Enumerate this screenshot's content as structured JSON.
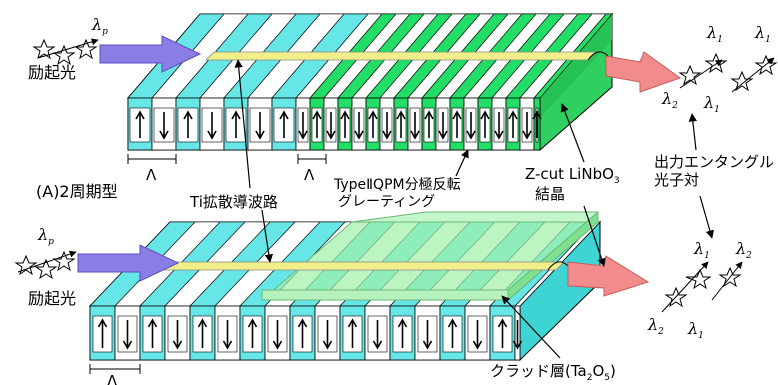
{
  "labels": {
    "pump_light_top": "励起光",
    "pump_light_bottom": "励起光",
    "type_a": "(A)2周期型",
    "ti_waveguide": "Ti拡散導波路",
    "qpm_grating_line1": "TypeⅡQPM分極反転",
    "qpm_grating_line2": "グレーティング",
    "crystal_line1": "Z-cut LiNbO",
    "crystal_sub": "3",
    "crystal_line2": "結晶",
    "entangled_line1": "出力エンタングル",
    "entangled_line2": "光子対",
    "clad_prefix": "クラッド層(Ta",
    "clad_sub1": "2",
    "clad_mid": "O",
    "clad_sub2": "5",
    "clad_suffix": ")",
    "period_symbol": "Λ",
    "lambda": "λ",
    "sub_p": "p",
    "sub_1": "1",
    "sub_2": "2"
  },
  "colors": {
    "cyan_domain": "#66e6e6",
    "white_domain": "#ffffff",
    "green_domain": "#22dd66",
    "green_dark": "#0d9940",
    "side_cyan": "#3fd4d4",
    "waveguide_yellow": "#f0ef8a",
    "clad_green": "#9ff0a8",
    "pump_arrow": "#8a7ee6",
    "output_arrow": "#f28c8c"
  }
}
